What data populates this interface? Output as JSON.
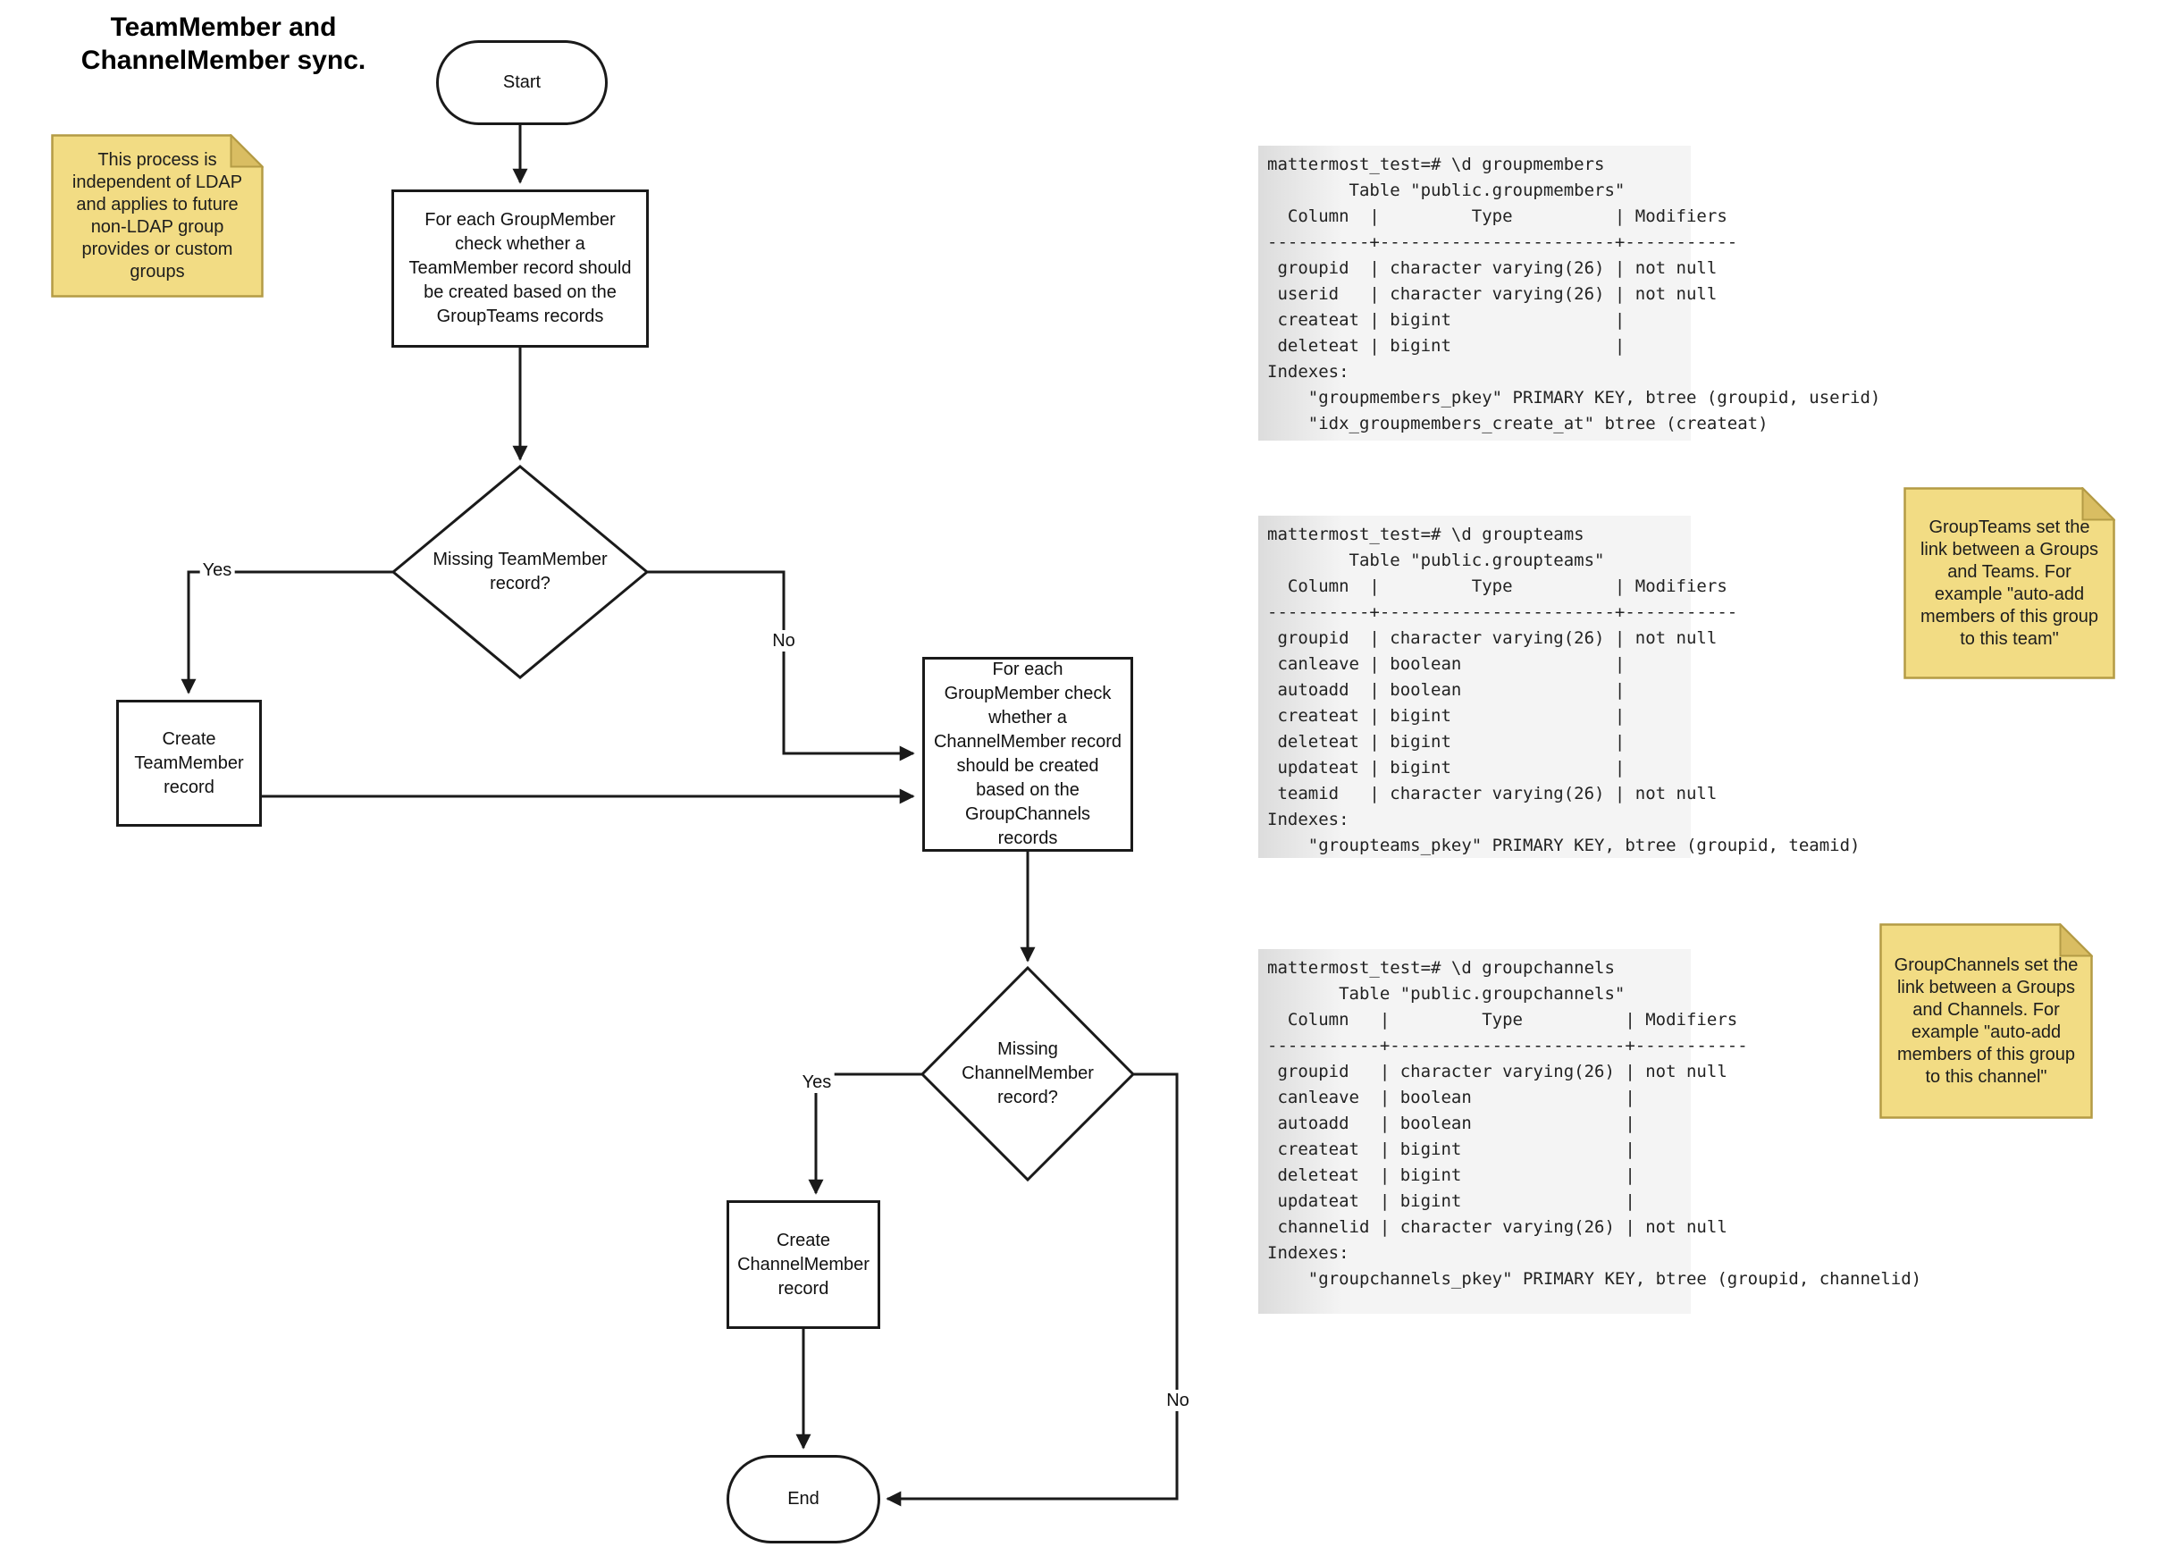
{
  "title": "TeamMember and\nChannelMember sync.",
  "notes": {
    "ldap": "This process is\nindependent of LDAP\nand applies to future\nnon-LDAP group\nprovides or custom\ngroups",
    "groupteams": "GroupTeams set the\nlink between a Groups\nand Teams. For\nexample \"auto-add\nmembers of this group\nto this team\"",
    "groupchannels": "GroupChannels set the\nlink between a Groups\nand Channels. For\nexample \"auto-add\nmembers of this group\nto this channel\""
  },
  "flowchart": {
    "start_label": "Start",
    "process_team": "For each GroupMember\ncheck whether a\nTeamMember record should\nbe created based on the\nGroupTeams records",
    "decision_team": "Missing TeamMember\nrecord?",
    "create_team": "Create\nTeamMember\nrecord",
    "process_channel": "For each\nGroupMember check\nwhether a\nChannelMember record\nshould be created\nbased on the\nGroupChannels\nrecords",
    "decision_channel": "Missing\nChannelMember\nrecord?",
    "create_channel": "Create\nChannelMember\nrecord",
    "end_label": "End",
    "edge_labels": {
      "yes1": "Yes",
      "no1": "No",
      "yes2": "Yes",
      "no2": "No"
    }
  },
  "psql": {
    "blocks": [
      {
        "name": "groupmembers",
        "text": "mattermost_test=# \\d groupmembers\n        Table \"public.groupmembers\"\n  Column  |         Type          | Modifiers\n----------+-----------------------+-----------\n groupid  | character varying(26) | not null\n userid   | character varying(26) | not null\n createat | bigint                |\n deleteat | bigint                |\nIndexes:\n    \"groupmembers_pkey\" PRIMARY KEY, btree (groupid, userid)\n    \"idx_groupmembers_create_at\" btree (createat)"
      },
      {
        "name": "groupteams",
        "text": "mattermost_test=# \\d groupteams\n        Table \"public.groupteams\"\n  Column  |         Type          | Modifiers\n----------+-----------------------+-----------\n groupid  | character varying(26) | not null\n canleave | boolean               |\n autoadd  | boolean               |\n createat | bigint                |\n deleteat | bigint                |\n updateat | bigint                |\n teamid   | character varying(26) | not null\nIndexes:\n    \"groupteams_pkey\" PRIMARY KEY, btree (groupid, teamid)"
      },
      {
        "name": "groupchannels",
        "text": "mattermost_test=# \\d groupchannels\n       Table \"public.groupchannels\"\n  Column   |         Type          | Modifiers\n-----------+-----------------------+-----------\n groupid   | character varying(26) | not null\n canleave  | boolean               |\n autoadd   | boolean               |\n createat  | bigint                |\n deleteat  | bigint                |\n updateat  | bigint                |\n channelid | character varying(26) | not null\nIndexes:\n    \"groupchannels_pkey\" PRIMARY KEY, btree (groupid, channelid)"
      }
    ]
  },
  "colors": {
    "note_fill": "#f2dc84",
    "note_fold": "#d9bd62",
    "note_border": "#b49b45",
    "line": "#1a1a1a",
    "terminal_bg_left": "#dcdcdc",
    "terminal_bg_right": "#f4f4f4",
    "canvas_bg": "#ffffff"
  }
}
